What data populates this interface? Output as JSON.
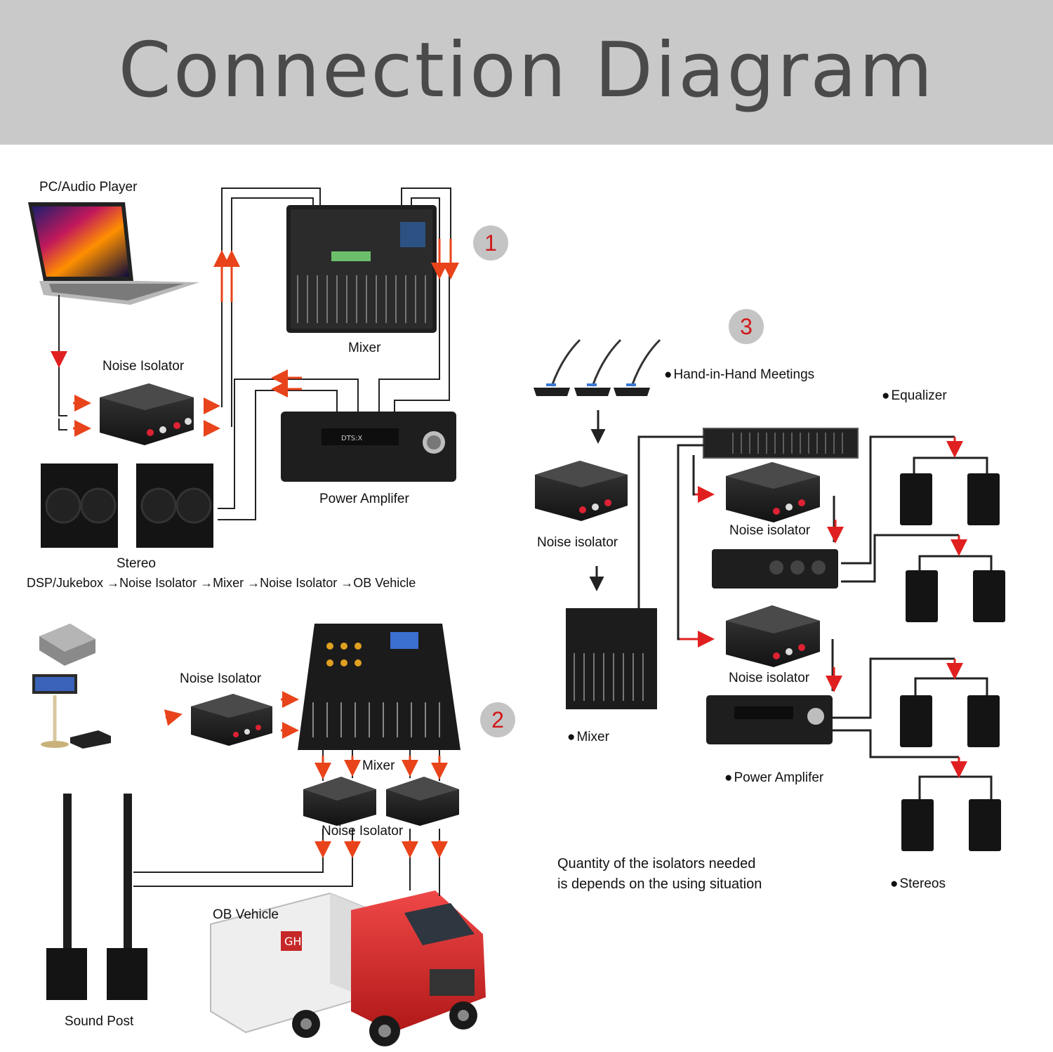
{
  "header": {
    "title": "Connection Diagram"
  },
  "colors": {
    "header_bg": "#c9c9c9",
    "title": "#4a4a4a",
    "arrow": "#e8431a",
    "badge_bg": "#c4c4c4",
    "badge_text": "#d01818",
    "device": "#1c1c1c"
  },
  "section1": {
    "badge": "1",
    "pc_label": "PC/Audio Player",
    "isolator_label": "Noise Isolator",
    "mixer_label": "Mixer",
    "amp_label": "Power Amplifer",
    "stereo_label": "Stereo",
    "amp_display": "DTS:X"
  },
  "flow_line": {
    "items": [
      "DSP/Jukebox",
      "Noise Isolator",
      "Mixer",
      "Noise Isolator",
      "OB Vehicle"
    ],
    "separator": "→"
  },
  "section2": {
    "badge": "2",
    "isolator_label": "Noise Isolator",
    "mixer_label": "Mixer",
    "isolators_label": "Noise Isolator",
    "vehicle_label": "OB Vehicle",
    "soundpost_label": "Sound Post",
    "truck_sign": "GH"
  },
  "section3": {
    "badge": "3",
    "meetings_label": "Hand-in-Hand Meetings",
    "equalizer_label": "Equalizer",
    "isolator_left_label": "Noise isolator",
    "isolator_top_label": "Noise isolator",
    "isolator_bottom_label": "Noise isolator",
    "mixer_label": "Mixer",
    "amp_label": "Power Amplifer",
    "stereos_label": "Stereos",
    "note_line1": "Quantity of the isolators needed",
    "note_line2": "is depends on the using situation"
  }
}
